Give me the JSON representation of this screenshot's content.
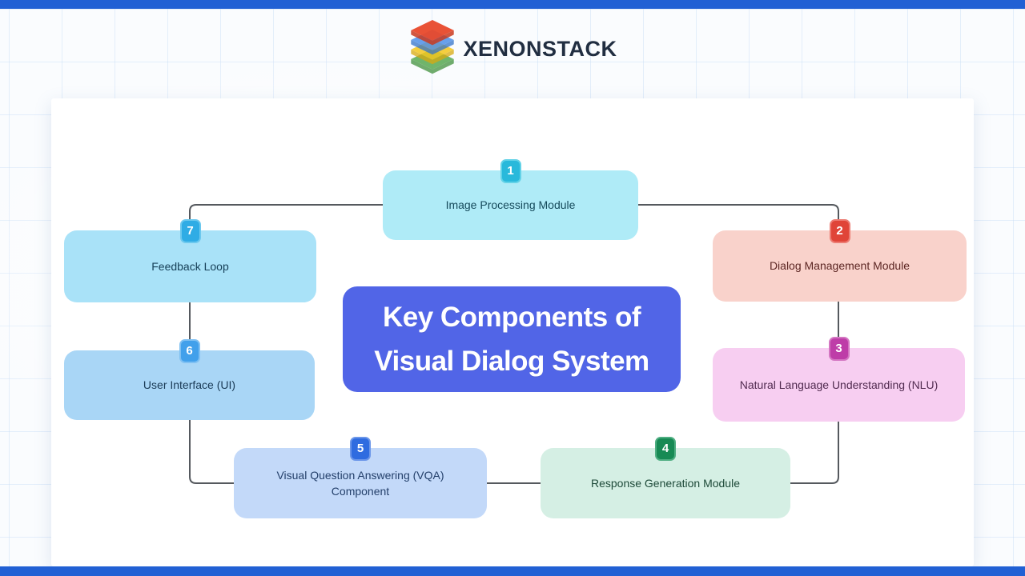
{
  "logo": {
    "text": "XENONSTACK",
    "layers": [
      {
        "name": "red",
        "top": "#E8492B",
        "edge": "#C93A1E"
      },
      {
        "name": "blue",
        "top": "#4D8FE8",
        "edge": "#3273C9"
      },
      {
        "name": "yellow",
        "top": "#F2C51D",
        "edge": "#D8A90F"
      },
      {
        "name": "green",
        "top": "#57A851",
        "edge": "#41913C"
      }
    ]
  },
  "theme": {
    "accent_bar": "#2160D4",
    "card_bg": "#FFFFFF"
  },
  "diagram": {
    "connector_color": "#55595E"
  },
  "title": {
    "line1": "Key Components of",
    "line2": "Visual Dialog System",
    "bg": "#5165E7",
    "text_color": "#FFFFFF"
  },
  "nodes": [
    {
      "badge": "1",
      "label": "Image Processing Module",
      "bg": "#AFEBF7",
      "badge_bg": "#29B9DB",
      "badge_border": "#63D2E7",
      "text_color": "#164A5B"
    },
    {
      "badge": "2",
      "label": "Dialog Management Module",
      "bg": "#F9D2CB",
      "badge_bg": "#E04438",
      "badge_border": "#EC7B72",
      "text_color": "#5C2623"
    },
    {
      "badge": "3",
      "label": "Natural Language Understanding (NLU)",
      "bg": "#F7CEF1",
      "badge_bg": "#BE3DA8",
      "badge_border": "#D476C2",
      "text_color": "#512B50"
    },
    {
      "badge": "4",
      "label": "Response Generation Module",
      "bg": "#D5EFE4",
      "badge_bg": "#178A54",
      "badge_border": "#4FAE82",
      "text_color": "#1D4938"
    },
    {
      "badge": "5",
      "label": "Visual Question Answering (VQA) Component",
      "bg": "#C3D9F9",
      "badge_bg": "#2F6CE0",
      "badge_border": "#6B96E9",
      "text_color": "#24406B"
    },
    {
      "badge": "6",
      "label": "User Interface (UI)",
      "bg": "#A9D6F6",
      "badge_bg": "#41A0EB",
      "badge_border": "#7FC0F2",
      "text_color": "#1A3A55"
    },
    {
      "badge": "7",
      "label": "Feedback Loop",
      "bg": "#A9E2F8",
      "badge_bg": "#2FACE5",
      "badge_border": "#6CC8EE",
      "text_color": "#174058"
    }
  ]
}
